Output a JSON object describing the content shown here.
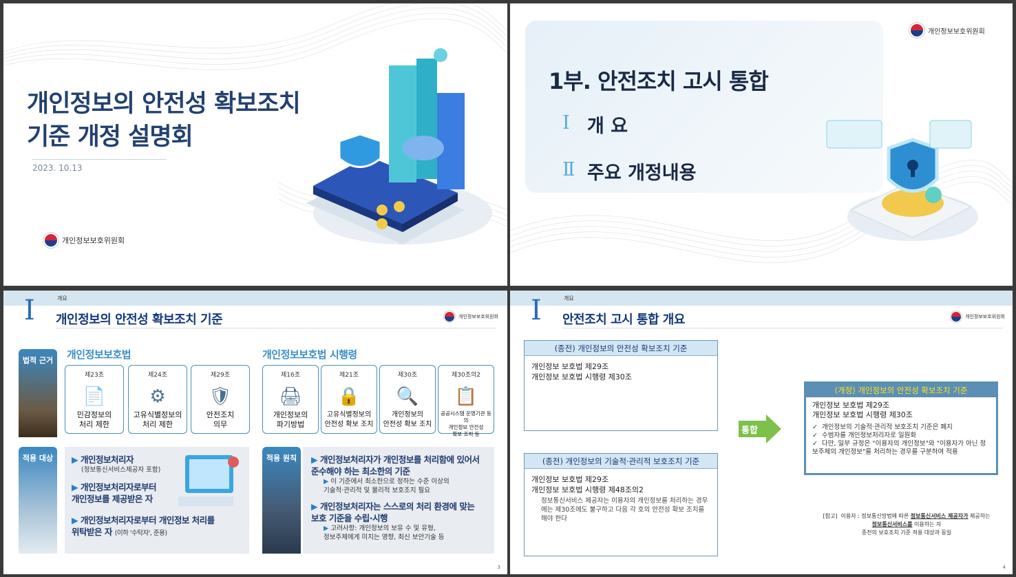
{
  "slide1": {
    "title_line1": "개인정보의 안전성 확보조치",
    "title_line2": "기준 개정 설명회",
    "date": "2023. 10.13",
    "org": "개인정보보호위원회"
  },
  "slide2": {
    "org": "개인정보보호위원회",
    "heading": "1부. 안전조치 고시 통합",
    "items": [
      {
        "num": "Ⅰ",
        "label": "개 요"
      },
      {
        "num": "Ⅱ",
        "label": "주요 개정내용"
      }
    ]
  },
  "slide3": {
    "section_small": "개요",
    "roman": "I",
    "title": "개인정보의 안전성 확보조치 기준",
    "org": "개인정보보호위원회",
    "page": "3",
    "side_labels": [
      "법적 근거",
      "적용 대상",
      "적용 원칙"
    ],
    "law_titles": [
      "개인정보보호법",
      "개인정보보호법 시행령"
    ],
    "cards": [
      {
        "article": "제23조",
        "icon": "document-warning-icon",
        "label": "민감정보의\n처리 제한"
      },
      {
        "article": "제24조",
        "icon": "id-card-icon",
        "label": "고유식별정보의\n처리 제한"
      },
      {
        "article": "제29조",
        "icon": "hands-shield-icon",
        "label": "안전조치\n의무"
      },
      {
        "article": "제16조",
        "icon": "shredder-icon",
        "label": "개인정보의\n파기방법"
      },
      {
        "article": "제21조",
        "icon": "lock-screen-icon",
        "label": "고유식별정보의\n안전성 확보 조치"
      },
      {
        "article": "제30조",
        "icon": "magnifier-doc-icon",
        "label": "개인정보의\n안전성 확보 조치"
      },
      {
        "article": "제30조의2",
        "icon": "clipboard-warning-icon",
        "label": "공공시스템 운영기관 등의\n개인정보 안전성\n확보 조치 등"
      }
    ],
    "targets": [
      {
        "main": "개인정보처리자",
        "sub": "(정보통신서비스제공자 포함)"
      },
      {
        "main": "개인정보처리자로부터\n개인정보를 제공받은 자",
        "sub": ""
      },
      {
        "main": "개인정보처리자로부터 개인정보 처리를\n위탁받은 자",
        "sub": "(이하 '수탁자', 준용)"
      }
    ],
    "principles": [
      {
        "main": "개인정보처리자가 개인정보를 처리함에 있어서\n준수해야 하는 최소한의 기준",
        "sub": "이 기준에서 최소한으로 정하는 수준 이상의\n기술적·관리적 및 물리적 보호조치 필요"
      },
      {
        "main": "개인정보처리자는 스스로의 처리 환경에 맞는\n보호 기준을 수립·시행",
        "sub": "고려사항: 개인정보의 보유 수 및 유형,\n정보주체에게 미치는 영향, 최신 보안기술 등"
      }
    ]
  },
  "slide4": {
    "section_small": "개요",
    "roman": "I",
    "title": "안전조치 고시 통합 개요",
    "org": "개인정보보호위원회",
    "page": "4",
    "old1": {
      "header": "(종전) 개인정보의 안전성 확보조치 기준",
      "lines": [
        "개인정보 보호법 제29조",
        "개인정보 보호법 시행령 제30조"
      ]
    },
    "old2": {
      "header": "(종전) 개인정보의 기술적·관리적 보호조치 기준",
      "lines": [
        "개인정보 보호법 제29조",
        "개인정보 보호법 시행령 제48조의2"
      ],
      "note": "정보통신서비스 제공자는 이용자의 개인정보를 처리하는 경우에는 제30조에도 불구하고 다음 각 호의 안전성 확보 조치를 해야 한다"
    },
    "arrow": "통합",
    "new": {
      "header": "(개정) 개인정보의 안전성 확보조치 기준",
      "lines": [
        "개인정보 보호법 제29조",
        "개인정보 보호법 시행령 제30조"
      ],
      "checks": [
        "개인정보의 기술적·관리적 보호조치 기준은 폐지",
        "수범자를 개인정보처리자로 일원화",
        "다만, 일부 규정은 \"이용자의 개인정보\"와 \"이용자가 아닌 정보주체의 개인정보\"를 처리하는 경우를 구분하여 적용"
      ]
    },
    "ref_note": {
      "tag": "[참고]",
      "line1_a": "이용자 : 정보통신망법에 따른 ",
      "line1_b": "정보통신서비스 제공자가",
      "line1_c": " 제공하는",
      "line2_b": "정보통신서비스를",
      "line2_c": " 이용하는 자",
      "line3": "종전의 보호조치 기준 적용 대상과 동일"
    }
  }
}
